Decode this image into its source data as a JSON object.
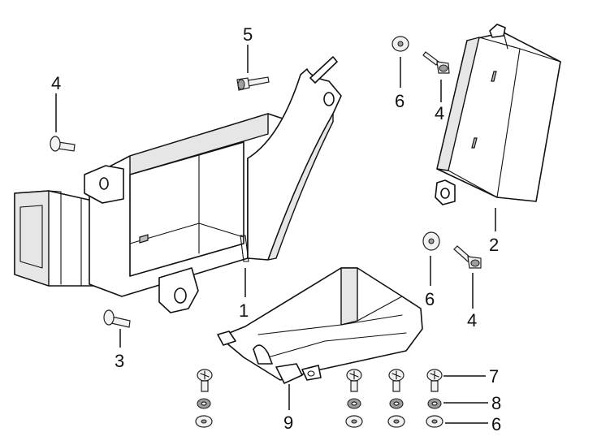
{
  "callouts": {
    "c1": "1",
    "c2": "2",
    "c3": "3",
    "c4a": "4",
    "c4b": "4",
    "c4c": "4",
    "c5": "5",
    "c6a": "6",
    "c6b": "6",
    "c6c": "6",
    "c7": "7",
    "c8": "8",
    "c9": "9"
  }
}
